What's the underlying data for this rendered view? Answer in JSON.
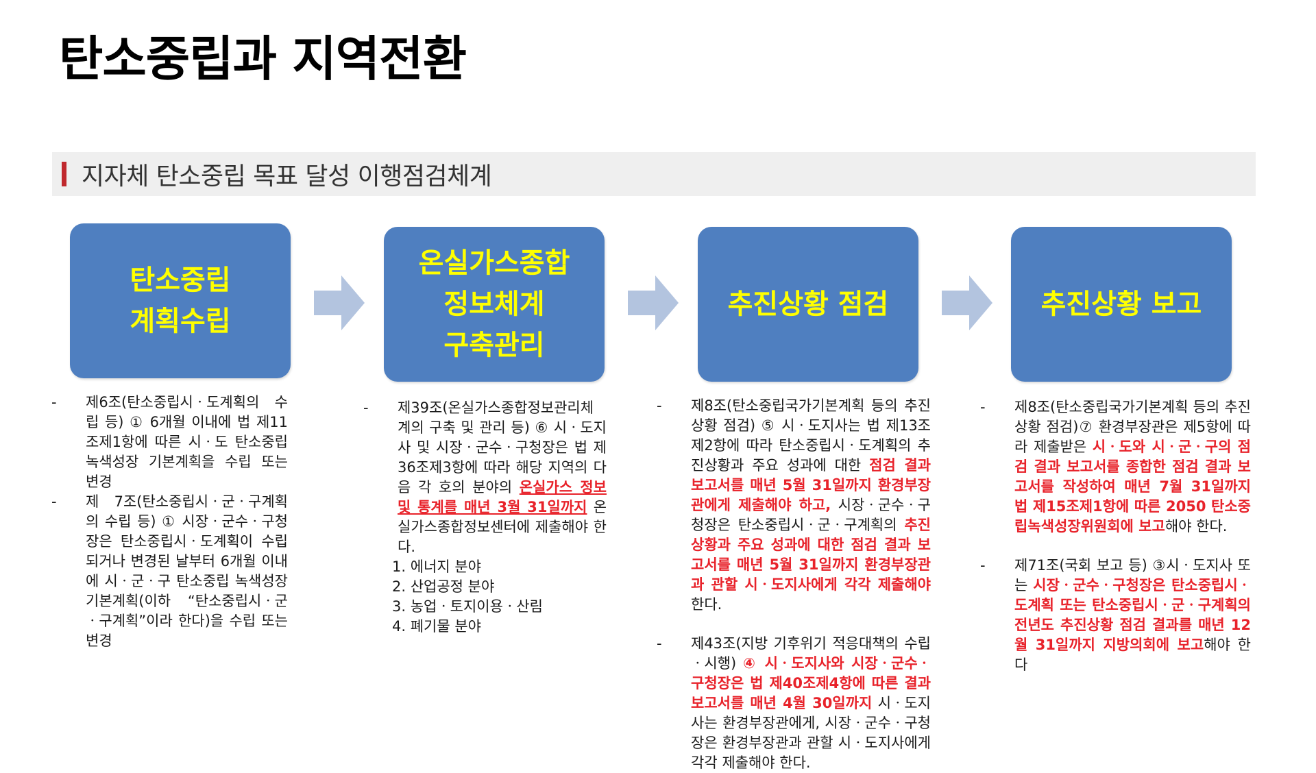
{
  "title": "탄소중립과 지역전환",
  "section": {
    "title": "지자체 탄소중립 목표 달성 이행점검체계"
  },
  "colors": {
    "box": "#4f7fc0",
    "box_text": "#ffff00",
    "arrow": "#b3c4df",
    "accent": "#c0282d",
    "highlight": "#e8222a"
  },
  "stages": [
    {
      "lines": [
        "탄소중립",
        "계획수립"
      ]
    },
    {
      "lines": [
        "온실가스종합",
        "정보체계",
        "구축관리"
      ]
    },
    {
      "lines": [
        "추진상황 점검"
      ]
    },
    {
      "lines": [
        "추진상황 보고"
      ]
    }
  ],
  "col1": {
    "i1": {
      "dash": "-",
      "a": "제6조(탄소중립시ㆍ도계획의 수립 등) ① 6개월 이내에 법 제11조제1항에 따른 시ㆍ도 탄소중립 녹색성장 기본계획을 수립 또는 변경"
    },
    "i2": {
      "dash": "-",
      "a": "제 7조(탄소중립시ㆍ군ㆍ구계획의 수립 등) ① 시장ㆍ군수ㆍ구청장은 탄소중립시ㆍ도계획이 수립되거나 변경된 날부터 6개월 이내에 시ㆍ군ㆍ구 탄소중립 녹색성장 기본계획(이하 “탄소중립시ㆍ군ㆍ구계획”이라 한다)을 수립 또는 변경"
    }
  },
  "col2": {
    "i1": {
      "dash": "-",
      "a": "제39조(온실가스종합정보관리체계의 구축 및 관리 등) ⑥ 시ㆍ도지사 및 시장ㆍ군수ㆍ구청장은 법 제36조제3항에 따라 해당 지역의 다음 각 호의 분야의 ",
      "b": "온실가스 정보 및 통계를 매년 3월 31일까지",
      "c": " 온실가스종합정보센터에 제출해야 한다."
    },
    "subs": [
      "1. 에너지 분야",
      "2. 산업공정 분야",
      "3. 농업ㆍ토지이용ㆍ산림",
      "4. 폐기물 분야"
    ]
  },
  "col3": {
    "i1": {
      "dash": "-",
      "a": "제8조(탄소중립국가기본계획 등의 추진상황 점검) ⑤ 시ㆍ도지사는 법 제13조제2항에 따라 탄소중립시ㆍ도계획의 추진상황과 주요 성과에 대한 ",
      "b": "점검 결과 보고서를 매년 5월 31일까지 환경부장관에게 제출해야 하고,",
      "c": " 시장ㆍ군수ㆍ구청장은 탄소중립시ㆍ군ㆍ구계획의 ",
      "d": "추진상황과 주요 성과에 대한 점검 결과 보고서를 매년 5월 31일까지 환경부장관과 관할 시ㆍ도지사에게 각각 제출해야",
      "e": " 한다."
    },
    "i2": {
      "dash": "-",
      "a": "제43조(지방 기후위기 적응대책의 수립ㆍ시행) ",
      "b": "④ 시ㆍ도지사와 시장ㆍ군수ㆍ구청장은 법 제40조제4항에 따른 결과 보고서를 매년 4월 30일까지",
      "c": " 시ㆍ도지사는 환경부장관에게, 시장ㆍ군수ㆍ구청장은 환경부장관과 관할 시ㆍ도지사에게 각각 제출해야 한다."
    }
  },
  "col4": {
    "i1": {
      "dash": "-",
      "a": "제8조(탄소중립국가기본계획 등의 추진상황 점검)⑦ 환경부장관은 제5항에 따라 제출받은 ",
      "b": "시ㆍ도와 시ㆍ군ㆍ구의 점검 결과 보고서를 종합한 점검 결과 보고서를 작성하여 매년 7월 31일까지 법 제15조제1항에 따른 2050 탄소중립녹색성장위원회에 보고",
      "c": "해야 한다."
    },
    "i2": {
      "dash": "-",
      "a": "제71조(국회 보고 등) ③시ㆍ도지사 또는 ",
      "b": "시장ㆍ군수ㆍ구청장은 탄소중립시ㆍ도계획 또는 탄소중립시ㆍ군ㆍ구계획의 전년도 추진상황 점검 결과를 매년 12월 31일까지 지방의회에 보고",
      "c": "해야 한다"
    }
  }
}
